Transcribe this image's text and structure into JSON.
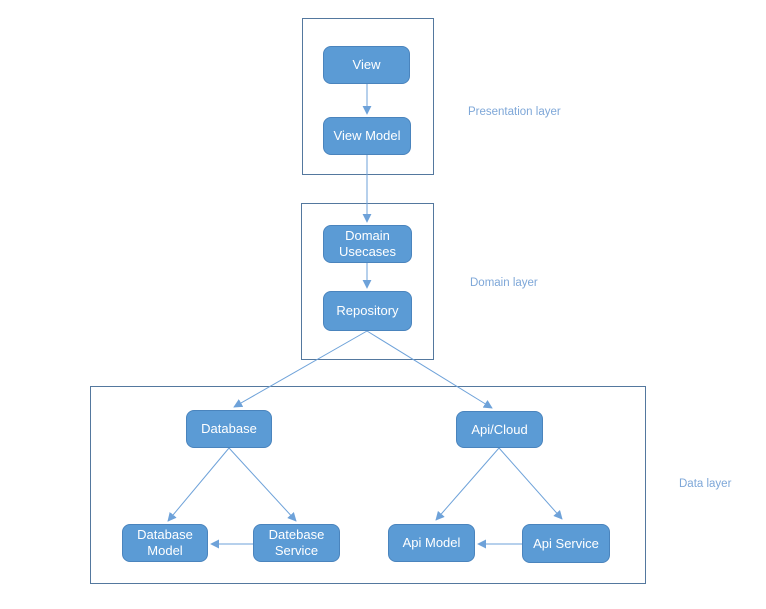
{
  "diagram": {
    "layers": {
      "presentation": {
        "label": "Presentation layer"
      },
      "domain": {
        "label": "Domain layer"
      },
      "data": {
        "label": "Data layer"
      }
    },
    "nodes": {
      "view": {
        "label": "View"
      },
      "view_model": {
        "label": "View Model"
      },
      "domain_usecases": {
        "label": "Domain Usecases"
      },
      "repository": {
        "label": "Repository"
      },
      "database": {
        "label": "Database"
      },
      "api_cloud": {
        "label": "Api/Cloud"
      },
      "database_model": {
        "label": "Database Model"
      },
      "datebase_service": {
        "label": "Datebase Service"
      },
      "api_model": {
        "label": "Api Model"
      },
      "api_service": {
        "label": "Api Service"
      }
    },
    "edges": [
      {
        "from": "View",
        "to": "View Model"
      },
      {
        "from": "View Model",
        "to": "Domain Usecases"
      },
      {
        "from": "Domain Usecases",
        "to": "Repository"
      },
      {
        "from": "Repository",
        "to": "Database"
      },
      {
        "from": "Repository",
        "to": "Api/Cloud"
      },
      {
        "from": "Database",
        "to": "Database Model"
      },
      {
        "from": "Database",
        "to": "Datebase Service"
      },
      {
        "from": "Datebase Service",
        "to": "Database Model"
      },
      {
        "from": "Api/Cloud",
        "to": "Api Model"
      },
      {
        "from": "Api/Cloud",
        "to": "Api Service"
      },
      {
        "from": "Api Service",
        "to": "Api Model"
      }
    ],
    "colors": {
      "node_fill": "#5b9bd5",
      "node_border": "#4a84bd",
      "node_text": "#ffffff",
      "connector": "#6ea2d9",
      "container_border": "#54789e",
      "layer_label_text": "#7ea7d8",
      "background": "#ffffff"
    }
  }
}
